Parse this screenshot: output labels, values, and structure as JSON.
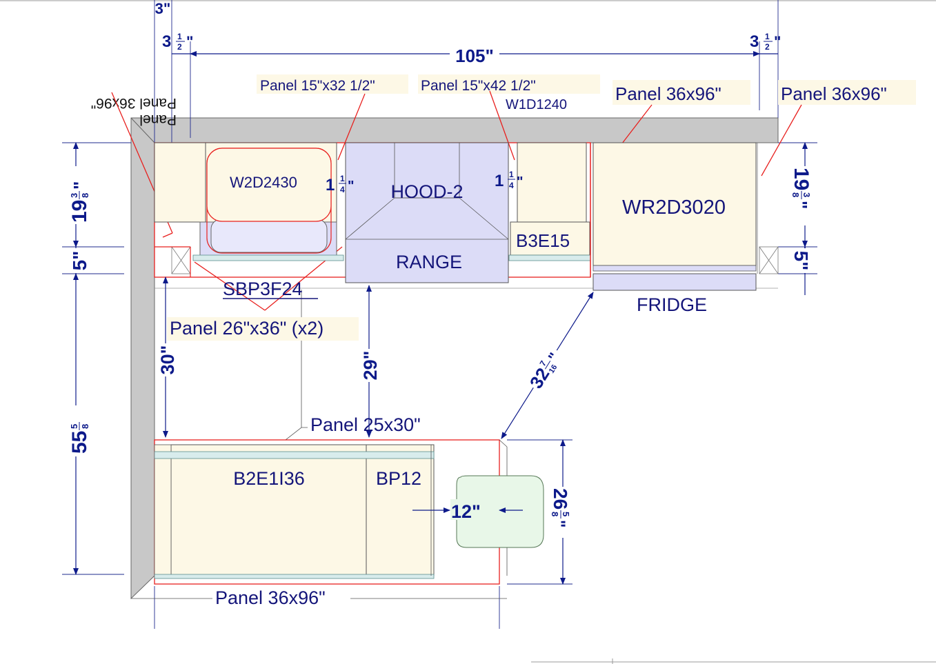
{
  "overall_width": "105\"",
  "top_dims": {
    "left_small": "3\"",
    "left_offset": {
      "whole": "3",
      "num": "1",
      "den": "2",
      "unit": "\""
    },
    "right_offset": {
      "whole": "3",
      "num": "1",
      "den": "2",
      "unit": "\""
    }
  },
  "wall_labels": {
    "panel_a": "Panel 15\"x32 1/2\"",
    "panel_b": "Panel 15\"x42 1/2\"",
    "w1d1240": "W1D1240",
    "panel_36x96_1": "Panel 36x96\"",
    "panel_36x96_2": "Panel 36x96\"",
    "mirrored_1": "Panel 36x96\"",
    "mirrored_2": "Panel"
  },
  "cabinets": {
    "w2d2430": "W2D2430",
    "hood": "HOOD-2",
    "range": "RANGE",
    "b3e15": "B3E15",
    "wr2d3020": "WR2D3020",
    "fridge": "FRIDGE",
    "sbp3f24": "SBP3F24",
    "b2e1i36": "B2E1I36",
    "bp12": "BP12"
  },
  "gaps": {
    "left_gap": {
      "whole": "1",
      "num": "1",
      "den": "4",
      "unit": "\""
    },
    "right_gap": {
      "whole": "1",
      "num": "1",
      "den": "4",
      "unit": "\""
    }
  },
  "panel_labels": {
    "panel_26x36": "Panel 26\"x36\" (x2)",
    "panel_25x30": "Panel 25x30\"",
    "panel_bottom": "Panel 36x96\""
  },
  "dims": {
    "left_upper": {
      "whole": "19",
      "num": "3",
      "den": "8",
      "unit": "\""
    },
    "left_mid": "5\"",
    "left_lower": {
      "whole": "55",
      "num": "5",
      "den": "8",
      "unit": ""
    },
    "right_upper": {
      "whole": "19",
      "num": "3",
      "den": "8",
      "unit": "\""
    },
    "right_mid": "5\"",
    "aisle_30": "30\"",
    "aisle_29": "29\"",
    "diag": {
      "whole": "32",
      "num": "7",
      "den": "16",
      "unit": "\""
    },
    "island_depth": {
      "whole": "26",
      "num": "5",
      "den": "8",
      "unit": "\""
    },
    "overhang": "12\""
  },
  "colors": {
    "dimension": "#0d1a8a",
    "callout": "#e8201e",
    "wall": "#c8c8c8",
    "cabinet": "#fdf8e6",
    "appliance": "#dcdcf7",
    "seat": "#e8f7e8"
  }
}
